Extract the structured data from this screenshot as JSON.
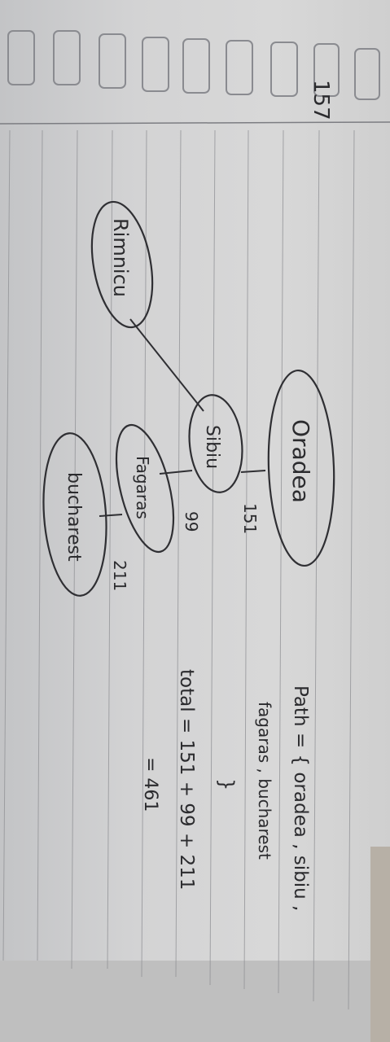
{
  "photo": {
    "subject": "handwritten notebook page rotated 90 degrees",
    "page_marker": "157",
    "nodes": [
      {
        "id": "oradea",
        "label": "Oradea"
      },
      {
        "id": "sibiu",
        "label": "Sibiu"
      },
      {
        "id": "rimnicu",
        "label": "Rimnicu"
      },
      {
        "id": "fagaras",
        "label": "Fagaras"
      },
      {
        "id": "bucharest",
        "label": "bucharest"
      }
    ],
    "edges": [
      {
        "from": "oradea",
        "to": "sibiu",
        "cost": "151"
      },
      {
        "from": "sibiu",
        "to": "rimnicu",
        "cost": ""
      },
      {
        "from": "sibiu",
        "to": "fagaras",
        "cost": "99"
      },
      {
        "from": "fagaras",
        "to": "bucharest",
        "cost": "211"
      }
    ],
    "path_line1": "Path = { oradea , sibiu ,",
    "path_line2": "fagaras , bucharest",
    "brace_close": "}",
    "total_line": "total = 151 + 99 + 211",
    "result_line": "= 461",
    "colors": {
      "paper": "#d4d4d4",
      "ink": "#2b2b2e",
      "rule": "#8f9094"
    }
  }
}
